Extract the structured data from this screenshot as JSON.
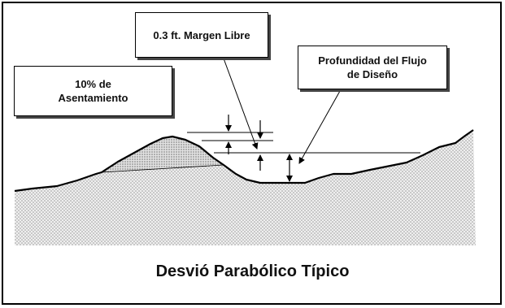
{
  "callouts": {
    "freeboard": "0.3 ft. Margen Libre",
    "settlement_line1": "10% de",
    "settlement_line2": "Asentamiento",
    "depth_line1": "Profundidad del Flujo",
    "depth_line2": "de Diseño"
  },
  "caption": "Desvió Parabólico Típico",
  "colors": {
    "ink": "#000000",
    "fill": "#e9e9e9",
    "background": "#ffffff"
  }
}
